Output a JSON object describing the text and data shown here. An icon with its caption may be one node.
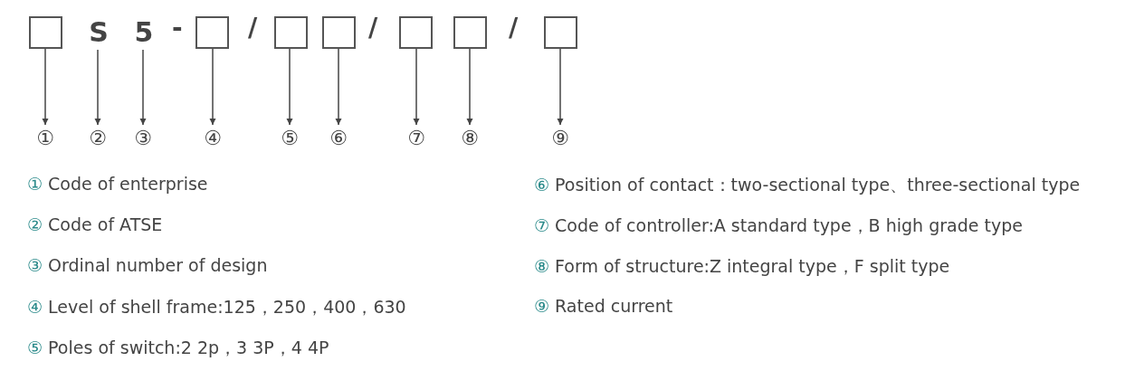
{
  "diagram": {
    "nodes": [
      {
        "text": [],
        "shape": "box"
      },
      {
        "text": [
          "S"
        ]
      },
      {
        "text": [
          "5"
        ]
      },
      {
        "text": [],
        "shape": "box"
      },
      {
        "text": [],
        "shape": "box"
      },
      {
        "text": [],
        "shape": "box"
      },
      {
        "text": [],
        "shape": "box"
      },
      {
        "text": [],
        "shape": "box"
      },
      {
        "text": [],
        "shape": "box"
      },
      {
        "text": [
          "①"
        ]
      },
      {
        "text": [
          "②"
        ]
      },
      {
        "text": [
          "③"
        ]
      },
      {
        "text": [
          "④"
        ]
      },
      {
        "text": [
          "⑤"
        ]
      },
      {
        "text": [
          "⑥"
        ]
      },
      {
        "text": [
          "⑦"
        ]
      },
      {
        "text": [
          "⑧"
        ]
      },
      {
        "text": [
          "⑨"
        ]
      }
    ],
    "edges": [
      {
        "from": 0,
        "to": 9,
        "arrow": "to"
      },
      {
        "from": 1,
        "to": 10,
        "arrow": "to"
      },
      {
        "from": 2,
        "to": 11,
        "arrow": "to"
      },
      {
        "from": 3,
        "to": 12,
        "arrow": "to"
      },
      {
        "from": 4,
        "to": 13,
        "arrow": "to"
      },
      {
        "from": 5,
        "to": 14,
        "arrow": "to"
      },
      {
        "from": 6,
        "to": 15,
        "arrow": "to"
      },
      {
        "from": 7,
        "to": 16,
        "arrow": "to"
      },
      {
        "from": 8,
        "to": 17,
        "arrow": "to"
      }
    ],
    "labels": [
      "-",
      "/",
      "/",
      "/",
      "① Code of enterprise",
      "⑥ Position of contact：two-sectional type、three-sectional type",
      "② Code of ATSE",
      "⑦ Code of controller:A standard type，B high grade type",
      "③ Ordinal number of design",
      "⑧ Form of structure:Z integral type，F split type",
      "④ Level of shell frame:125，250，400，630",
      "⑨ Rated current",
      "⑤ Poles of switch:2 2p，3 3P，4 4P"
    ]
  }
}
